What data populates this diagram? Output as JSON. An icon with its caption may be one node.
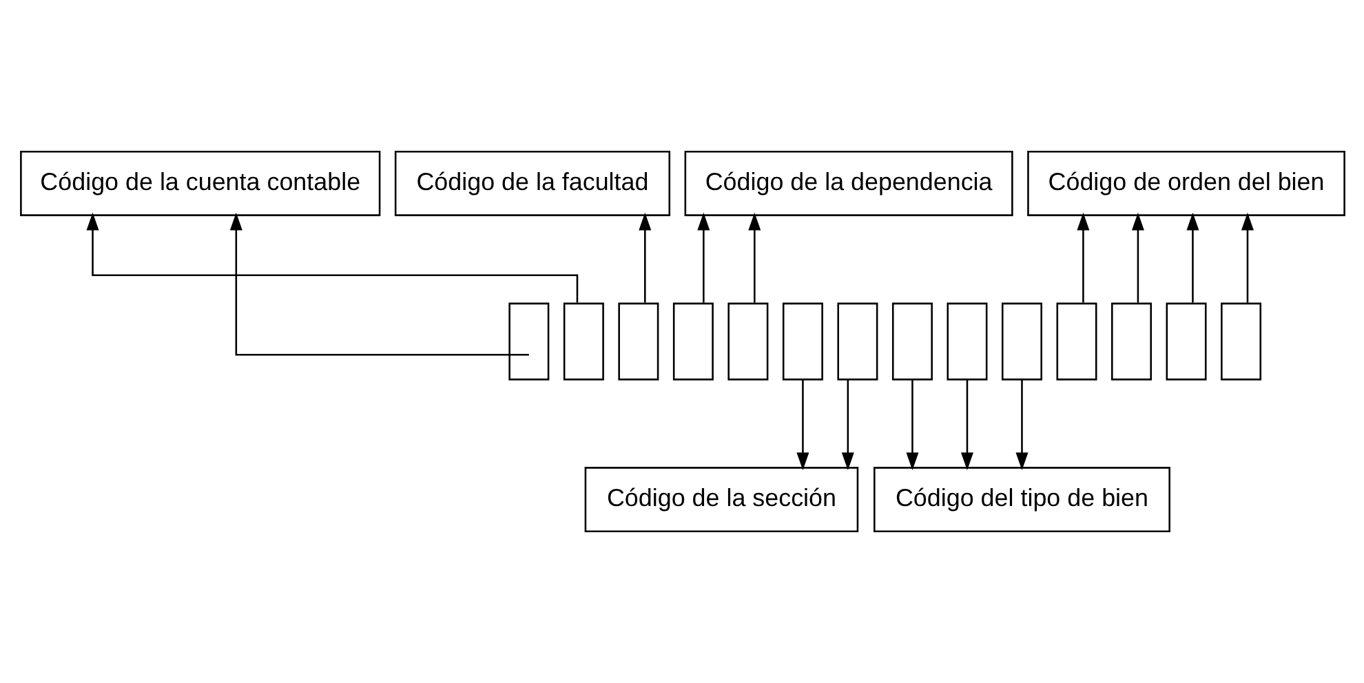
{
  "diagram": {
    "nodes": [
      {
        "text": [
          "Código de la cuenta contable"
        ]
      },
      {
        "text": [
          "Código de la facultad"
        ]
      },
      {
        "text": [
          "Código de orden del bien"
        ]
      },
      {
        "text": [
          "Código de la dependencia"
        ]
      },
      {
        "text": [],
        "shape": "box"
      },
      {
        "text": [],
        "shape": "box"
      },
      {
        "text": [],
        "shape": "box"
      },
      {
        "text": [],
        "shape": "box"
      },
      {
        "text": [],
        "shape": "box"
      },
      {
        "text": [],
        "shape": "box"
      },
      {
        "text": [],
        "shape": "box"
      },
      {
        "text": [],
        "shape": "box"
      },
      {
        "text": [],
        "shape": "box"
      },
      {
        "text": [],
        "shape": "box"
      },
      {
        "text": [],
        "shape": "box"
      },
      {
        "text": [],
        "shape": "box"
      },
      {
        "text": [],
        "shape": "box"
      },
      {
        "text": [],
        "shape": "box"
      },
      {
        "text": [
          "Código del tipo de bien"
        ]
      },
      {
        "text": [
          "Código de la sección"
        ]
      }
    ],
    "edges": [
      {
        "from": 4,
        "to": 0,
        "arrow": "to"
      },
      {
        "from": 5,
        "to": 0,
        "arrow": "to"
      },
      {
        "from": 6,
        "to": 1,
        "arrow": "to"
      },
      {
        "from": 7,
        "to": 3,
        "arrow": "to"
      },
      {
        "from": 8,
        "to": 3,
        "arrow": "to"
      },
      {
        "from": 9,
        "to": 19,
        "arrow": "to"
      },
      {
        "from": 10,
        "to": 19,
        "arrow": "to"
      },
      {
        "from": 11,
        "to": 18,
        "arrow": "to"
      },
      {
        "from": 12,
        "to": 18,
        "arrow": "to"
      },
      {
        "from": 13,
        "to": 18,
        "arrow": "to"
      },
      {
        "from": 14,
        "to": 2,
        "arrow": "to"
      },
      {
        "from": 15,
        "to": 2,
        "arrow": "to"
      },
      {
        "from": 16,
        "to": 2,
        "arrow": "to"
      },
      {
        "from": 17,
        "to": 2,
        "arrow": "to"
      }
    ]
  }
}
